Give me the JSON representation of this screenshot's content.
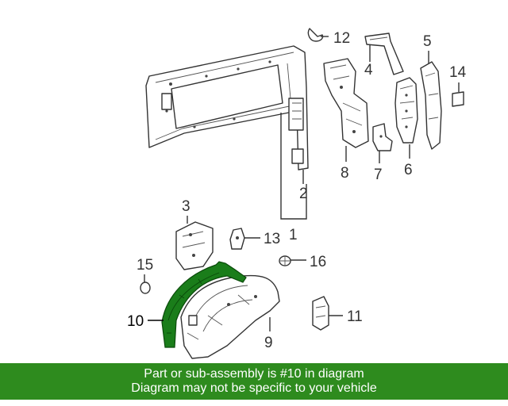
{
  "callouts": {
    "c1": "1",
    "c2": "2",
    "c3": "3",
    "c4": "4",
    "c5": "5",
    "c6": "6",
    "c7": "7",
    "c8": "8",
    "c9": "9",
    "c10": "10",
    "c11": "11",
    "c12": "12",
    "c13": "13",
    "c14": "14",
    "c15": "15",
    "c16": "16"
  },
  "highlighted_part": "10",
  "colors": {
    "highlight": "#1a7d1a",
    "banner": "#2e8b1e",
    "line": "#333333"
  },
  "banner": {
    "line1": "Part or sub-assembly is #10 in diagram",
    "line2": "Diagram may not be specific to your vehicle"
  }
}
